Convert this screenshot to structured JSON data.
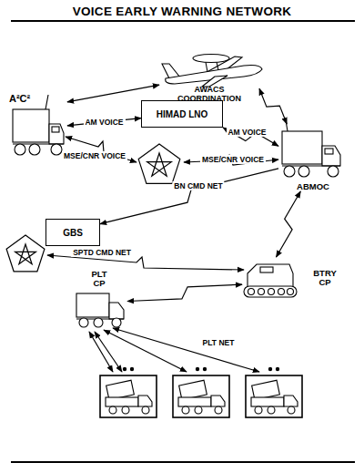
{
  "diagram": {
    "title": "VOICE EARLY WARNING NETWORK",
    "nodes": [
      {
        "text": [
          "AWACS COORDINATION"
        ]
      },
      {
        "text": [
          "A²C²"
        ]
      },
      {
        "text": [
          "HIMAD LNO"
        ]
      },
      {
        "text": [
          "ABMOC"
        ]
      },
      {
        "text": [
          "GBS"
        ]
      },
      {
        "text": [
          "BTRY CP"
        ]
      },
      {
        "text": [
          "PLT CP"
        ]
      }
    ],
    "edges": [
      {
        "from": 1,
        "to": 0,
        "arrow": "both"
      },
      {
        "from": 1,
        "to": 2,
        "label": "AM VOICE",
        "arrow": "both"
      },
      {
        "from": 2,
        "to": 3,
        "label": "AM VOICE",
        "arrow": "both"
      },
      {
        "from": 0,
        "to": 3,
        "arrow": "both"
      },
      {
        "from": 3,
        "to": 4,
        "label": "BN CMD NET",
        "arrow": "to"
      },
      {
        "from": 3,
        "to": 5,
        "arrow": "both"
      },
      {
        "from": 5,
        "to": 6,
        "arrow": "both"
      }
    ],
    "labels": [
      "MSE/CNR VOICE",
      "MSE/CNR VOICE",
      "SPTD CMD NET",
      "PLT NET"
    ]
  }
}
